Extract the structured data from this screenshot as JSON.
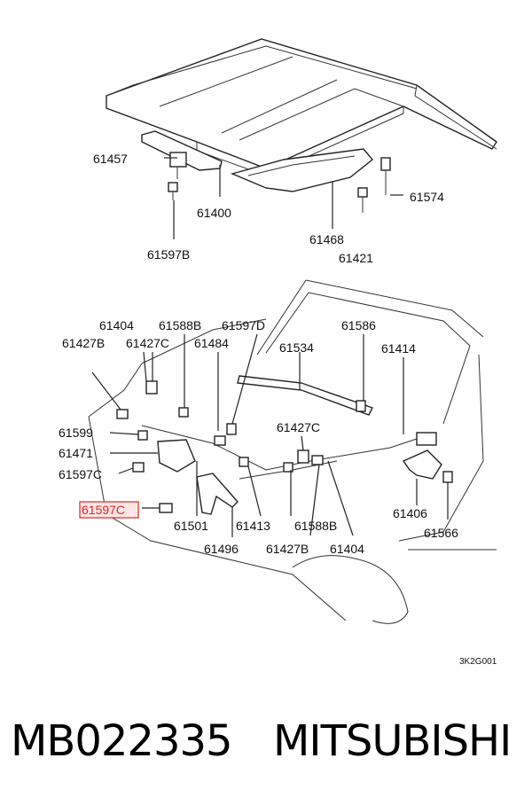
{
  "diagram": {
    "labels": {
      "l61457": "61457",
      "l61400": "61400",
      "l61597B": "61597B",
      "l61468": "61468",
      "l61421": "61421",
      "l61574": "61574",
      "l61404a": "61404",
      "l61588Ba": "61588B",
      "l61597D": "61597D",
      "l61586": "61586",
      "l61427Ba": "61427B",
      "l61427Ca": "61427C",
      "l61484": "61484",
      "l61534": "61534",
      "l61414": "61414",
      "l61599": "61599",
      "l61427Cb": "61427C",
      "l61471": "61471",
      "l61597C": "61597C",
      "l61597Chl": "61597C",
      "l61501": "61501",
      "l61413": "61413",
      "l61588Bb": "61588B",
      "l61406": "61406",
      "l61566": "61566",
      "l61496": "61496",
      "l61427Bb": "61427B",
      "l61404b": "61404"
    },
    "drawing_code": "3K2G001",
    "highlight_color": "#e0261f"
  },
  "footer": {
    "part_number": "MB022335",
    "brand": "MITSUBISHI"
  }
}
